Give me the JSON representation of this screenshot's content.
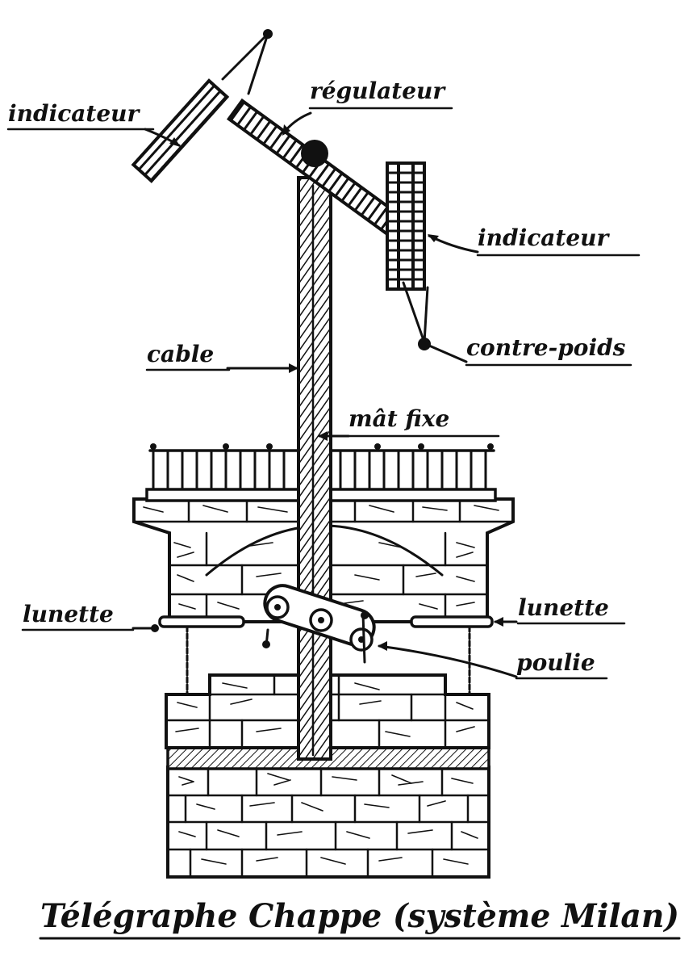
{
  "title": "Télégraphe Chappe (système Milan)",
  "labels": {
    "indicateur_left": "indicateur",
    "regulateur": "régulateur",
    "indicateur_right": "indicateur",
    "contre_poids": "contre-poids",
    "cable": "cable",
    "mat_fixe": "mât fixe",
    "lunette_left": "lunette",
    "lunette_right": "lunette",
    "poulie": "poulie"
  },
  "colors": {
    "ink": "#111111",
    "paper": "#ffffff"
  }
}
